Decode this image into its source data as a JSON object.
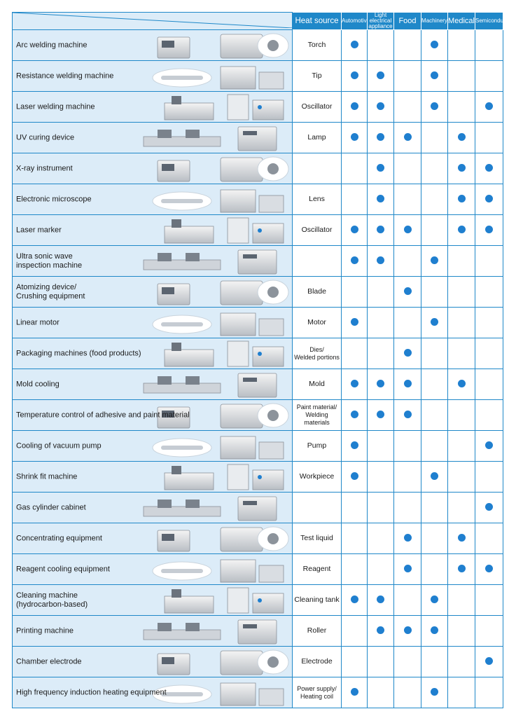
{
  "header": {
    "heat_source_label": "Heat source",
    "industries": [
      "Automotive",
      "Light electrical appliance",
      "Food",
      "Machinery",
      "Medical",
      "Semiconductor"
    ]
  },
  "colors": {
    "accent": "#1f88c9",
    "dot": "#1f7fcf",
    "row_bg": "#dcecf8"
  },
  "rows": [
    {
      "application": "Arc welding machine",
      "heat_source": "Torch",
      "marks": [
        1,
        0,
        0,
        1,
        0,
        0
      ]
    },
    {
      "application": "Resistance welding machine",
      "heat_source": "Tip",
      "marks": [
        1,
        1,
        0,
        1,
        0,
        0
      ]
    },
    {
      "application": "Laser welding machine",
      "heat_source": "Oscillator",
      "marks": [
        1,
        1,
        0,
        1,
        0,
        1
      ]
    },
    {
      "application": "UV curing device",
      "heat_source": "Lamp",
      "marks": [
        1,
        1,
        1,
        0,
        1,
        0
      ]
    },
    {
      "application": "X-ray instrument",
      "heat_source": "",
      "marks": [
        0,
        1,
        0,
        0,
        1,
        1
      ]
    },
    {
      "application": "Electronic microscope",
      "heat_source": "Lens",
      "marks": [
        0,
        1,
        0,
        0,
        1,
        1
      ]
    },
    {
      "application": "Laser marker",
      "heat_source": "Oscillator",
      "marks": [
        1,
        1,
        1,
        0,
        1,
        1
      ]
    },
    {
      "application": "Ultra sonic wave\ninspection machine",
      "heat_source": "",
      "marks": [
        1,
        1,
        0,
        1,
        0,
        0
      ]
    },
    {
      "application": "Atomizing device/\nCrushing equipment",
      "heat_source": "Blade",
      "marks": [
        0,
        0,
        1,
        0,
        0,
        0
      ]
    },
    {
      "application": "Linear motor",
      "heat_source": "Motor",
      "marks": [
        1,
        0,
        0,
        1,
        0,
        0
      ]
    },
    {
      "application": "Packaging machines (food products)",
      "heat_source": "Dies/\nWelded portions",
      "marks": [
        0,
        0,
        1,
        0,
        0,
        0
      ]
    },
    {
      "application": "Mold cooling",
      "heat_source": "Mold",
      "marks": [
        1,
        1,
        1,
        0,
        1,
        0
      ]
    },
    {
      "application": "Temperature control of adhesive and paint material",
      "heat_source": "Paint material/\nWelding materials",
      "marks": [
        1,
        1,
        1,
        0,
        0,
        0
      ]
    },
    {
      "application": "Cooling of vacuum pump",
      "heat_source": "Pump",
      "marks": [
        1,
        0,
        0,
        0,
        0,
        1
      ]
    },
    {
      "application": "Shrink fit machine",
      "heat_source": "Workpiece",
      "marks": [
        1,
        0,
        0,
        1,
        0,
        0
      ]
    },
    {
      "application": "Gas cylinder cabinet",
      "heat_source": "",
      "marks": [
        0,
        0,
        0,
        0,
        0,
        1
      ]
    },
    {
      "application": "Concentrating equipment",
      "heat_source": "Test liquid",
      "marks": [
        0,
        0,
        1,
        0,
        1,
        0
      ]
    },
    {
      "application": "Reagent cooling equipment",
      "heat_source": "Reagent",
      "marks": [
        0,
        0,
        1,
        0,
        1,
        1
      ]
    },
    {
      "application": "Cleaning machine\n(hydrocarbon-based)",
      "heat_source": "Cleaning tank",
      "marks": [
        1,
        1,
        0,
        1,
        0,
        0
      ]
    },
    {
      "application": "Printing machine",
      "heat_source": "Roller",
      "marks": [
        0,
        1,
        1,
        1,
        0,
        0
      ]
    },
    {
      "application": "Chamber electrode",
      "heat_source": "Electrode",
      "marks": [
        0,
        0,
        0,
        0,
        0,
        1
      ]
    },
    {
      "application": "High frequency induction heating equipment",
      "heat_source": "Power supply/\nHeating coil",
      "marks": [
        1,
        0,
        0,
        1,
        0,
        0
      ]
    }
  ]
}
